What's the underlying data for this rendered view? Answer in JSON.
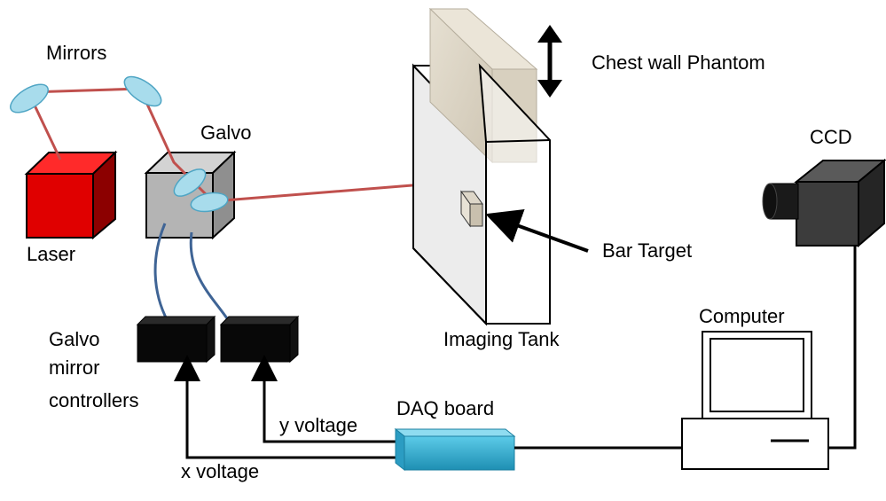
{
  "labels": {
    "mirrors": "Mirrors",
    "galvo": "Galvo",
    "laser": "Laser",
    "chest_wall_phantom": "Chest wall Phantom",
    "ccd": "CCD",
    "bar_target": "Bar Target",
    "imaging_tank": "Imaging Tank",
    "computer": "Computer",
    "galvo_mirror_controllers_line1": "Galvo",
    "galvo_mirror_controllers_line2": "mirror",
    "galvo_mirror_controllers_line3": "controllers",
    "daq_board": "DAQ board",
    "y_voltage": "y voltage",
    "x_voltage": "x voltage"
  },
  "colors": {
    "laser_beam": "#c0504d",
    "laser_red": "#e00000",
    "mirror_fill": "#a8dcec",
    "galvo_gray": "#b4b4b4",
    "cable_blue": "#3f6495",
    "daq_cyan": "#2fa8cf",
    "ccd_gray": "#3c3c3c",
    "phantom": "#ddd6c8"
  },
  "icons": {
    "updown_arrow": "double-headed-arrow",
    "pointer": "arrow"
  }
}
